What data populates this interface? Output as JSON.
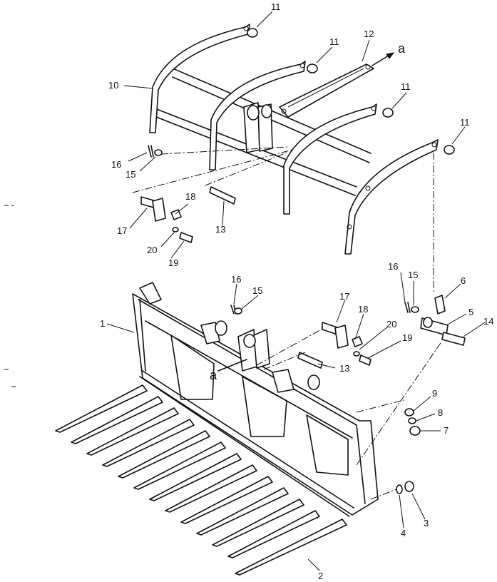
{
  "callouts": [
    {
      "id": "c11a",
      "text": "11"
    },
    {
      "id": "c11b",
      "text": "11"
    },
    {
      "id": "c11c",
      "text": "11"
    },
    {
      "id": "c11d",
      "text": "11"
    },
    {
      "id": "c12",
      "text": "12"
    },
    {
      "id": "c10",
      "text": "10"
    },
    {
      "id": "c16a",
      "text": "16"
    },
    {
      "id": "c15a",
      "text": "15"
    },
    {
      "id": "c18a",
      "text": "18"
    },
    {
      "id": "c17a",
      "text": "17"
    },
    {
      "id": "c13a",
      "text": "13"
    },
    {
      "id": "c20a",
      "text": "20"
    },
    {
      "id": "c19a",
      "text": "19"
    },
    {
      "id": "c16b",
      "text": "16"
    },
    {
      "id": "c15b",
      "text": "15"
    },
    {
      "id": "c16c",
      "text": "16"
    },
    {
      "id": "c15c",
      "text": "15"
    },
    {
      "id": "c6",
      "text": "6"
    },
    {
      "id": "c5",
      "text": "5"
    },
    {
      "id": "c14",
      "text": "14"
    },
    {
      "id": "c1",
      "text": "1"
    },
    {
      "id": "c17b",
      "text": "17"
    },
    {
      "id": "c18b",
      "text": "18"
    },
    {
      "id": "c20b",
      "text": "20"
    },
    {
      "id": "c19b",
      "text": "19"
    },
    {
      "id": "c13b",
      "text": "13"
    },
    {
      "id": "c9",
      "text": "9"
    },
    {
      "id": "c8",
      "text": "8"
    },
    {
      "id": "c7",
      "text": "7"
    },
    {
      "id": "c4",
      "text": "4"
    },
    {
      "id": "c3",
      "text": "3"
    },
    {
      "id": "c2",
      "text": "2"
    }
  ],
  "markers": [
    {
      "id": "ma1",
      "text": "a"
    },
    {
      "id": "ma2",
      "text": "a"
    }
  ]
}
